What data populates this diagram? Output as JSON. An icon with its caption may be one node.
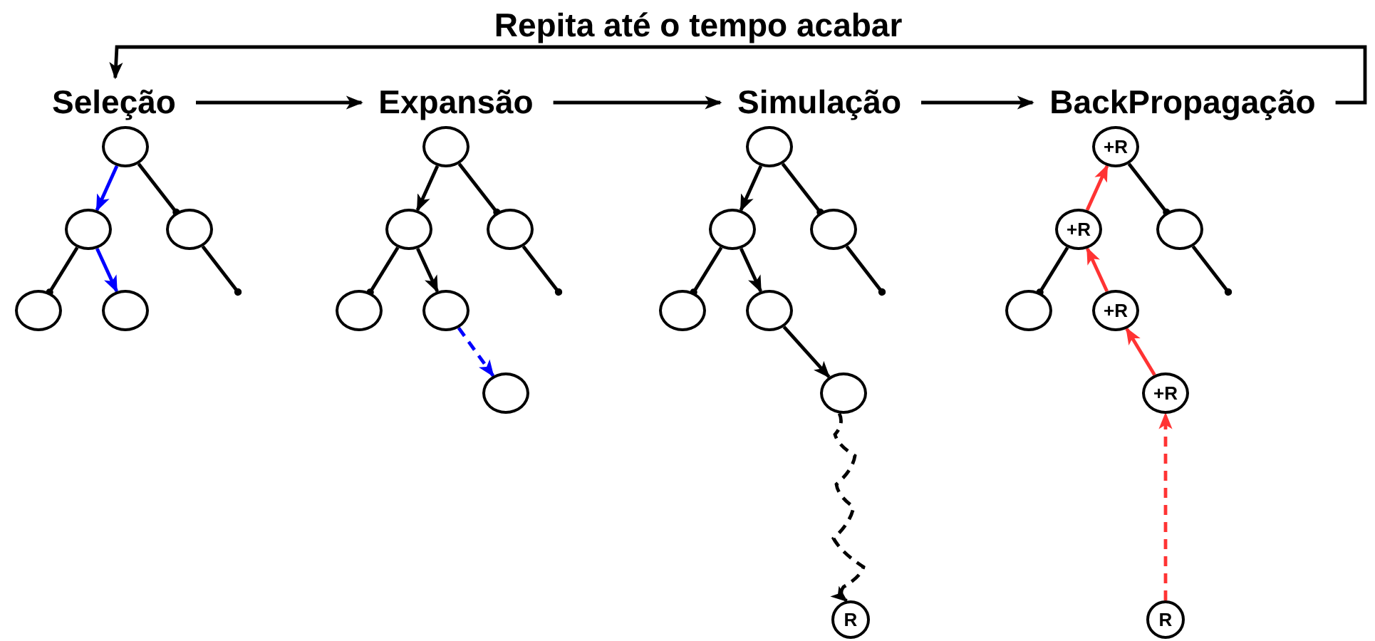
{
  "diagram": {
    "nodes": [
      {
        "text": [
          "Seleção"
        ]
      },
      {
        "text": [
          "Expansão"
        ]
      },
      {
        "text": [
          "Simulação"
        ]
      },
      {
        "text": [
          "BackPropagação"
        ]
      },
      {
        "text": [],
        "shape": "circle"
      },
      {
        "text": [],
        "shape": "circle"
      },
      {
        "text": [],
        "shape": "circle"
      },
      {
        "text": [],
        "shape": "circle"
      },
      {
        "text": [],
        "shape": "circle"
      },
      {
        "text": [],
        "shape": "circle"
      },
      {
        "text": [],
        "shape": "circle"
      },
      {
        "text": [],
        "shape": "circle"
      },
      {
        "text": [],
        "shape": "circle"
      },
      {
        "text": [],
        "shape": "circle"
      },
      {
        "text": [],
        "shape": "circle"
      },
      {
        "text": [],
        "shape": "circle"
      },
      {
        "text": [],
        "shape": "circle"
      },
      {
        "text": [],
        "shape": "circle"
      },
      {
        "text": [],
        "shape": "circle"
      },
      {
        "text": [],
        "shape": "circle"
      },
      {
        "text": [],
        "shape": "circle"
      },
      {
        "text": [
          "R"
        ]
      },
      {
        "text": [
          "+R"
        ]
      },
      {
        "text": [
          "+R"
        ]
      },
      {
        "text": [],
        "shape": "circle"
      },
      {
        "text": [],
        "shape": "circle"
      },
      {
        "text": [
          "+R"
        ]
      },
      {
        "text": [
          "+R"
        ]
      },
      {
        "text": [
          "R"
        ]
      }
    ],
    "edges": [
      {
        "from": 0,
        "to": 1,
        "arrow": "to"
      },
      {
        "from": 1,
        "to": 2,
        "arrow": "to"
      },
      {
        "from": 2,
        "to": 3,
        "arrow": "to"
      },
      {
        "from": 3,
        "to": 0,
        "arrow": "to",
        "label": "Repita até o tempo acabar"
      },
      {
        "from": 4,
        "to": 5,
        "arrow": "to",
        "color": "#0000ff"
      },
      {
        "from": 4,
        "to": 6,
        "arrow": "other"
      },
      {
        "from": 5,
        "to": 7,
        "arrow": "other"
      },
      {
        "from": 5,
        "to": 8,
        "arrow": "to",
        "color": "#0000ff"
      },
      {
        "from": 6,
        "to": null,
        "arrow": "other"
      },
      {
        "from": 9,
        "to": 10,
        "arrow": "to"
      },
      {
        "from": 9,
        "to": 11,
        "arrow": "other"
      },
      {
        "from": 10,
        "to": 12,
        "arrow": "other"
      },
      {
        "from": 10,
        "to": 13,
        "arrow": "to"
      },
      {
        "from": 11,
        "to": null,
        "arrow": "other"
      },
      {
        "from": 13,
        "to": 14,
        "arrow": "to",
        "style": "dashed",
        "color": "#0000ff"
      },
      {
        "from": 15,
        "to": 16,
        "arrow": "to"
      },
      {
        "from": 15,
        "to": 17,
        "arrow": "other"
      },
      {
        "from": 16,
        "to": 18,
        "arrow": "other"
      },
      {
        "from": 16,
        "to": 19,
        "arrow": "to"
      },
      {
        "from": 17,
        "to": null,
        "arrow": "other"
      },
      {
        "from": 19,
        "to": 20,
        "arrow": "to"
      },
      {
        "from": 20,
        "to": 21,
        "arrow": "to",
        "style": "dashed"
      },
      {
        "from": 23,
        "to": 22,
        "arrow": "to",
        "color": "#ff3333"
      },
      {
        "from": 22,
        "to": 24,
        "arrow": "other"
      },
      {
        "from": 23,
        "to": 25,
        "arrow": "other"
      },
      {
        "from": 26,
        "to": 23,
        "arrow": "to",
        "color": "#ff3333"
      },
      {
        "from": 24,
        "to": null,
        "arrow": "other"
      },
      {
        "from": 27,
        "to": 26,
        "arrow": "to",
        "color": "#ff3333"
      },
      {
        "from": 28,
        "to": 27,
        "arrow": "to",
        "style": "dashed",
        "color": "#ff3333"
      }
    ]
  }
}
